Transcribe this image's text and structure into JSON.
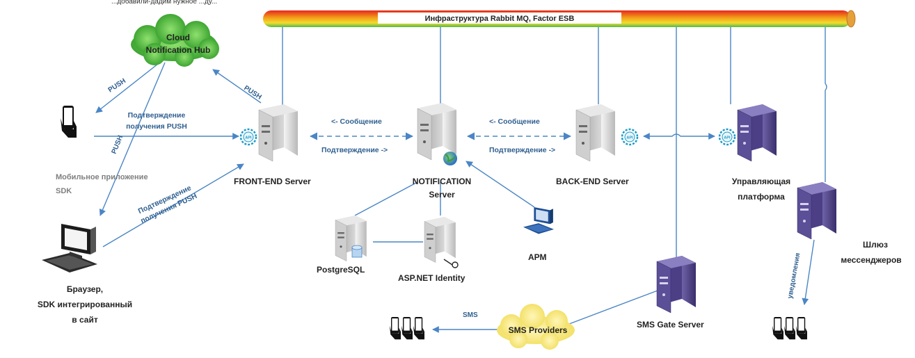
{
  "top_caption": "...добавили-дадим нужное ...ду...",
  "bus": {
    "label": "Инфраструктура Rabbit MQ, Factor ESB"
  },
  "nodes": {
    "cloud_hub": "Cloud\nNotification Hub",
    "front_end": "FRONT-END Server",
    "notification": "NOTIFICATION\nServer",
    "back_end": "BACK-END Server",
    "control_platform": "Управляющая\nплатформа",
    "messenger_gateway": "Шлюз\nмессенджеров",
    "mobile_app": "Мобильное приложение\nSDK",
    "browser": "Браузер,\nSDK интегрированный\nв сайт",
    "postgres": "PostgreSQL",
    "aspnet": "ASP.NET Identity",
    "arm": "АРМ",
    "sms_gate": "SMS Gate Server",
    "sms_providers": "SMS Providers",
    "api_badge": "API"
  },
  "edges": {
    "push_hub_to_mobile": "PUSH",
    "push_front_to_hub": "PUSH",
    "push_hub_to_browser": "PUSH",
    "confirm_mobile": "Подтверждение\nполучения PUSH",
    "confirm_browser": "Подтверждение\nполучения PUSH",
    "message_front": "<- Сообщение",
    "confirm_front": "Подтверждение ->",
    "message_back": "<- Сообщение",
    "confirm_back": "Подтверждение ->",
    "sms": "SMS",
    "notifications": "уведомления"
  }
}
